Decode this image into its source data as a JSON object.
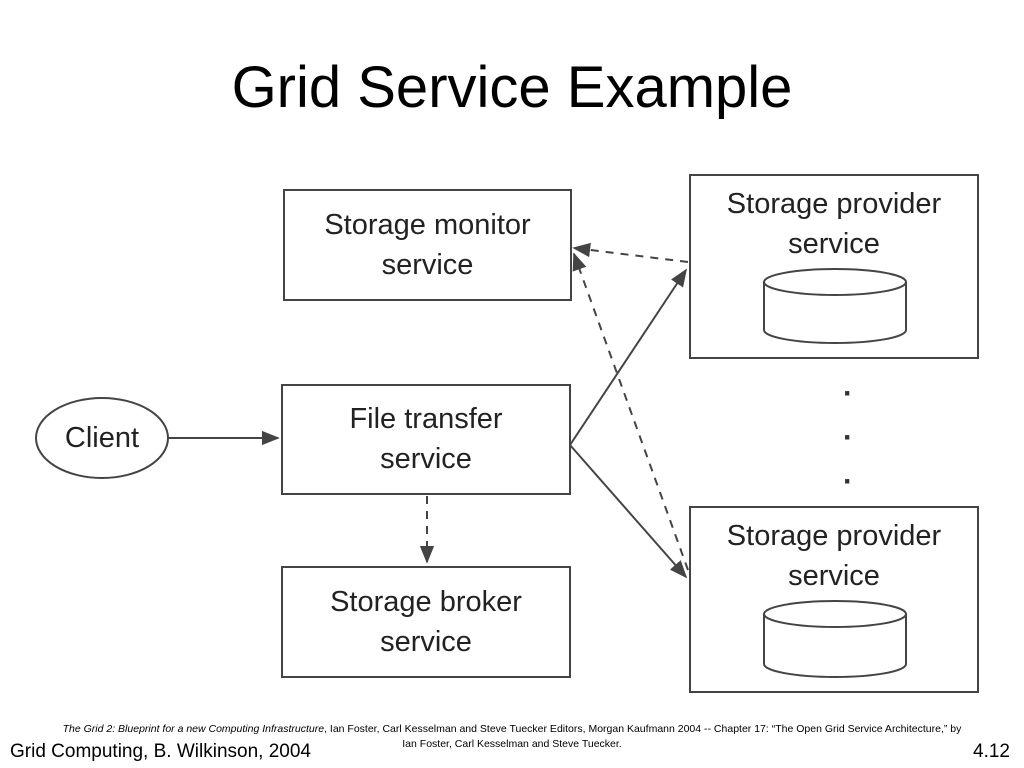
{
  "slide": {
    "title": "Grid Service Example"
  },
  "diagram": {
    "client_label": "Client",
    "storage_monitor_label": "Storage monitor service",
    "file_transfer_label": "File transfer service",
    "storage_broker_label": "Storage broker service",
    "provider_top_label": "Storage provider service",
    "provider_bottom_label": "Storage provider service",
    "ellipsis": "· · ·"
  },
  "citation": {
    "book_title": "The Grid 2: Blueprint for a new Computing Infrastructure",
    "details": ", Ian Foster, Carl Kesselman and Steve Tuecker Editors, Morgan Kaufmann 2004 -- Chapter 17: “The Open Grid Service Architecture,” by Ian Foster, Carl Kesselman and Steve Tuecker."
  },
  "footer": {
    "left": "Grid Computing, B. Wilkinson, 2004",
    "page_number": "4.12"
  }
}
